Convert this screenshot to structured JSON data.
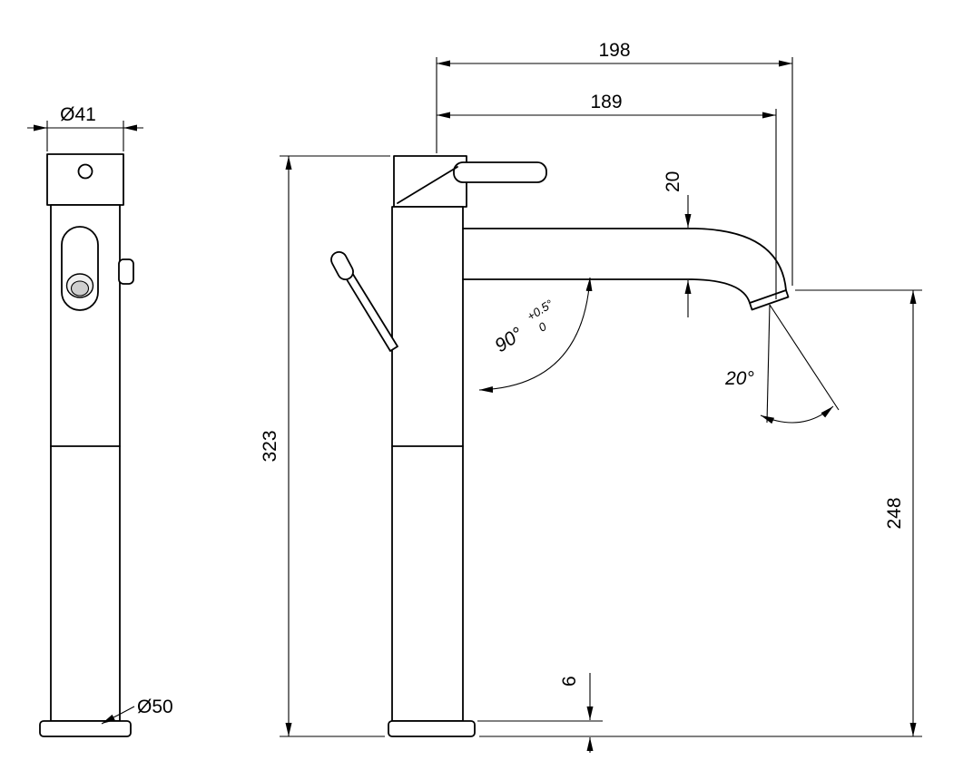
{
  "dimensions": {
    "front_view": {
      "head_diameter": "Ø41",
      "base_diameter": "Ø50"
    },
    "side_view": {
      "overall_reach": "198",
      "spout_reach": "189",
      "spout_tube_diameter": "20",
      "overall_height": "323",
      "spout_outlet_height": "248",
      "base_plate_height": "6",
      "handle_swing_angle": "90°",
      "handle_swing_tolerance_plus": "+0.5°",
      "handle_swing_tolerance_minus": "0",
      "spout_tilt_angle": "20°"
    }
  },
  "colors": {
    "line": "#000000",
    "background": "#ffffff"
  }
}
